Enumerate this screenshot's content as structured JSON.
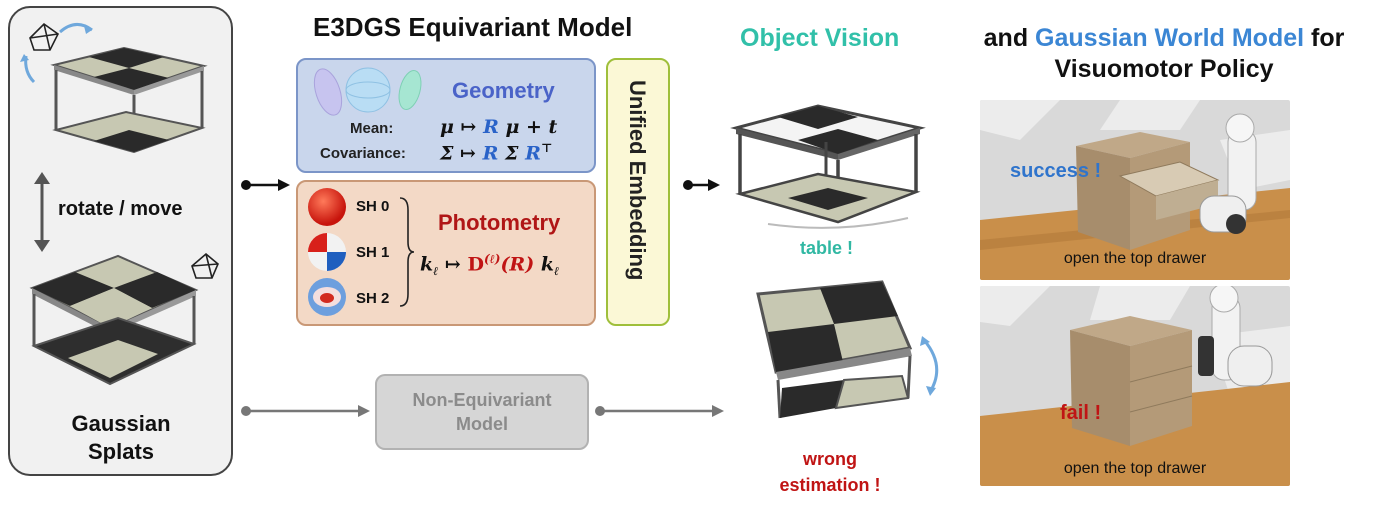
{
  "left_panel": {
    "rotate_label": "rotate / move",
    "splats_label_line1": "Gaussian",
    "splats_label_line2": "Splats"
  },
  "model": {
    "title": "E3DGS Equivariant Model",
    "geometry": {
      "heading": "Geometry",
      "mean_label": "Mean:",
      "mean_eq": [
        "μ ↦ ",
        "R",
        " μ + t"
      ],
      "cov_label": "Covariance:",
      "cov_eq": [
        "Σ ↦ ",
        "R",
        " Σ ",
        "R",
        "⊤"
      ]
    },
    "photometry": {
      "heading": "Photometry",
      "sh_labels": [
        "SH 0",
        "SH 1",
        "SH 2"
      ],
      "eq": [
        "k",
        "ℓ",
        " ↦ ",
        "D",
        "(ℓ)",
        "(R)",
        " k",
        "ℓ"
      ]
    },
    "unified_label": "Unified Embedding",
    "non_equivariant_line1": "Non-Equivariant",
    "non_equivariant_line2": "Model"
  },
  "right": {
    "object_vision": "Object Vision",
    "header_and": "and ",
    "header_gwm": "Gaussian World Model",
    "header_for": " for",
    "header_line2": "Visuomotor Policy",
    "table_label": "table !",
    "wrong_line1": "wrong",
    "wrong_line2": "estimation !"
  },
  "scenes": [
    {
      "status": "success !",
      "caption": "open the top drawer"
    },
    {
      "status": "fail !",
      "caption": "open the top drawer"
    }
  ],
  "colors": {
    "object_vision": "#31c0a9",
    "gaussian_world_model": "#3b86d4",
    "geometry": "#4a63c8",
    "photometry": "#b01616",
    "success": "#2f74cc",
    "fail": "#c01414"
  }
}
